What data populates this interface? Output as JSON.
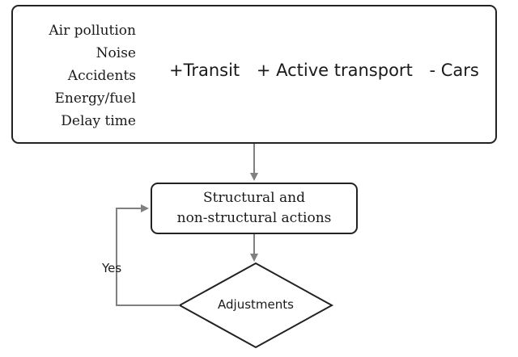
{
  "factors": [
    "Air pollution",
    "Noise",
    "Accidents",
    "Energy/fuel",
    "Delay time"
  ],
  "strategies": [
    "+Transit",
    "+ Active transport",
    "- Cars"
  ],
  "action_box": {
    "line1": "Structural and",
    "line2": "non-structural actions"
  },
  "decision": {
    "label": "Adjustments",
    "loop_label": "Yes"
  },
  "colors": {
    "border": "#222222",
    "arrow": "#808080"
  }
}
